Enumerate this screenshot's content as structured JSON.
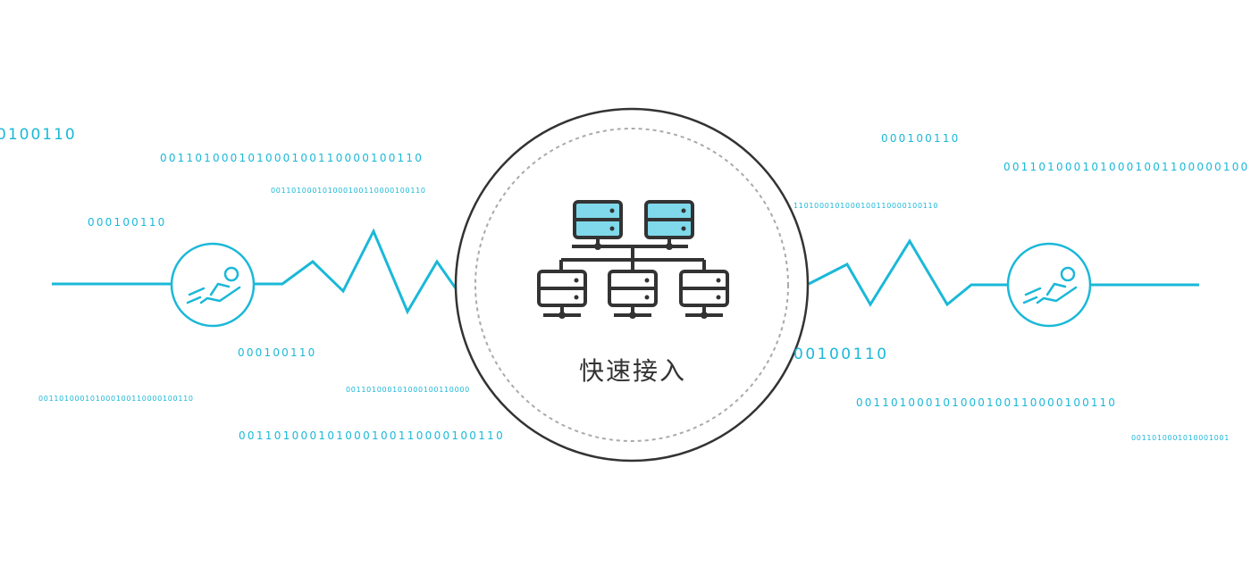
{
  "center": {
    "label": "快速接入",
    "icon": "server-network-icon"
  },
  "side_icons": [
    "sprint-runner-icon",
    "sprint-runner-icon"
  ],
  "binary_strings": [
    "0100110",
    "001101000101000100110000100110",
    "001101000101000100110000100110",
    "000100110",
    "000100110",
    "001101000101000100110000100110",
    "001101000101000100110000",
    "001101000101000100110000100110",
    "000100110",
    "0011010001010001001100000100",
    "1101000101000100110000100110",
    "00100110",
    "001101000101000100110000100110",
    "0011010001010001001"
  ],
  "colors": {
    "accent": "#1ab8d8",
    "ring": "#333333",
    "dashed_ring": "#aaaaaa",
    "server_fill": "#7fd9ea",
    "server_stroke": "#333333"
  }
}
